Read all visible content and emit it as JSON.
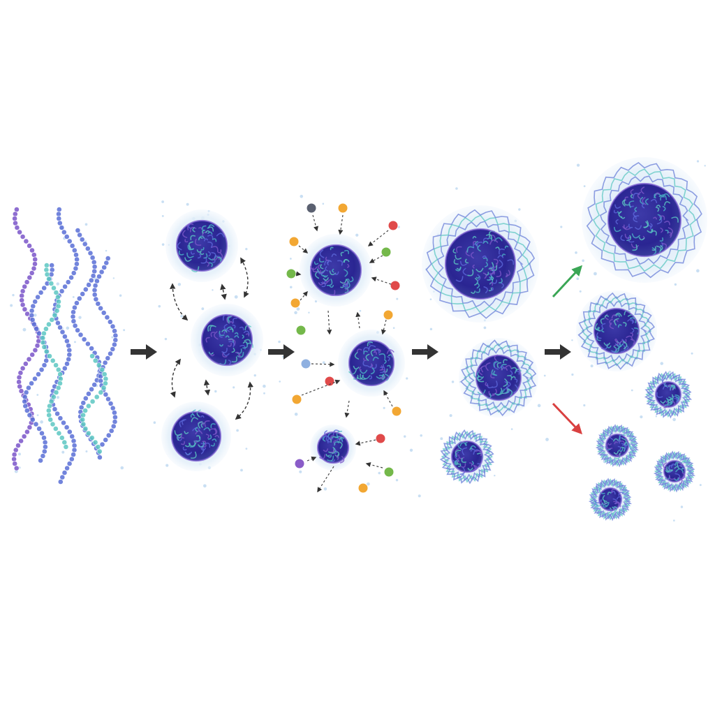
{
  "diagram": {
    "stages": [
      {
        "id": "unfolded-chains",
        "kind": "chains"
      },
      {
        "id": "collapsed-globules",
        "kind": "globules",
        "interaction": "exchange"
      },
      {
        "id": "ligand-binding",
        "kind": "globules",
        "interaction": "binding"
      },
      {
        "id": "shell-formation",
        "kind": "shelled-globules"
      },
      {
        "id": "divergent-outcomes",
        "kind": "shelled-globules",
        "branches": [
          "growth",
          "fragmentation"
        ]
      }
    ],
    "colors": {
      "chain_purple": "#7b55c9",
      "chain_blue": "#5a6fd6",
      "chain_teal": "#5cc7c2",
      "core_dark": "#2b2796",
      "halo": "#dcebf8",
      "arrow_dark": "#333333",
      "arrow_growth": "#3aa655",
      "arrow_shrink": "#d94040",
      "ligand_orange": "#f2a733",
      "ligand_red": "#e04a4a",
      "ligand_green": "#74b84a",
      "ligand_purple": "#8a5cc8",
      "ligand_slate": "#5a6070",
      "ligand_lightblue": "#8fb0e0"
    },
    "icons": [
      "stage-arrow-icon",
      "growth-arrow-icon",
      "shrink-arrow-icon",
      "exchange-arrow-icon",
      "ligand-icon"
    ]
  }
}
